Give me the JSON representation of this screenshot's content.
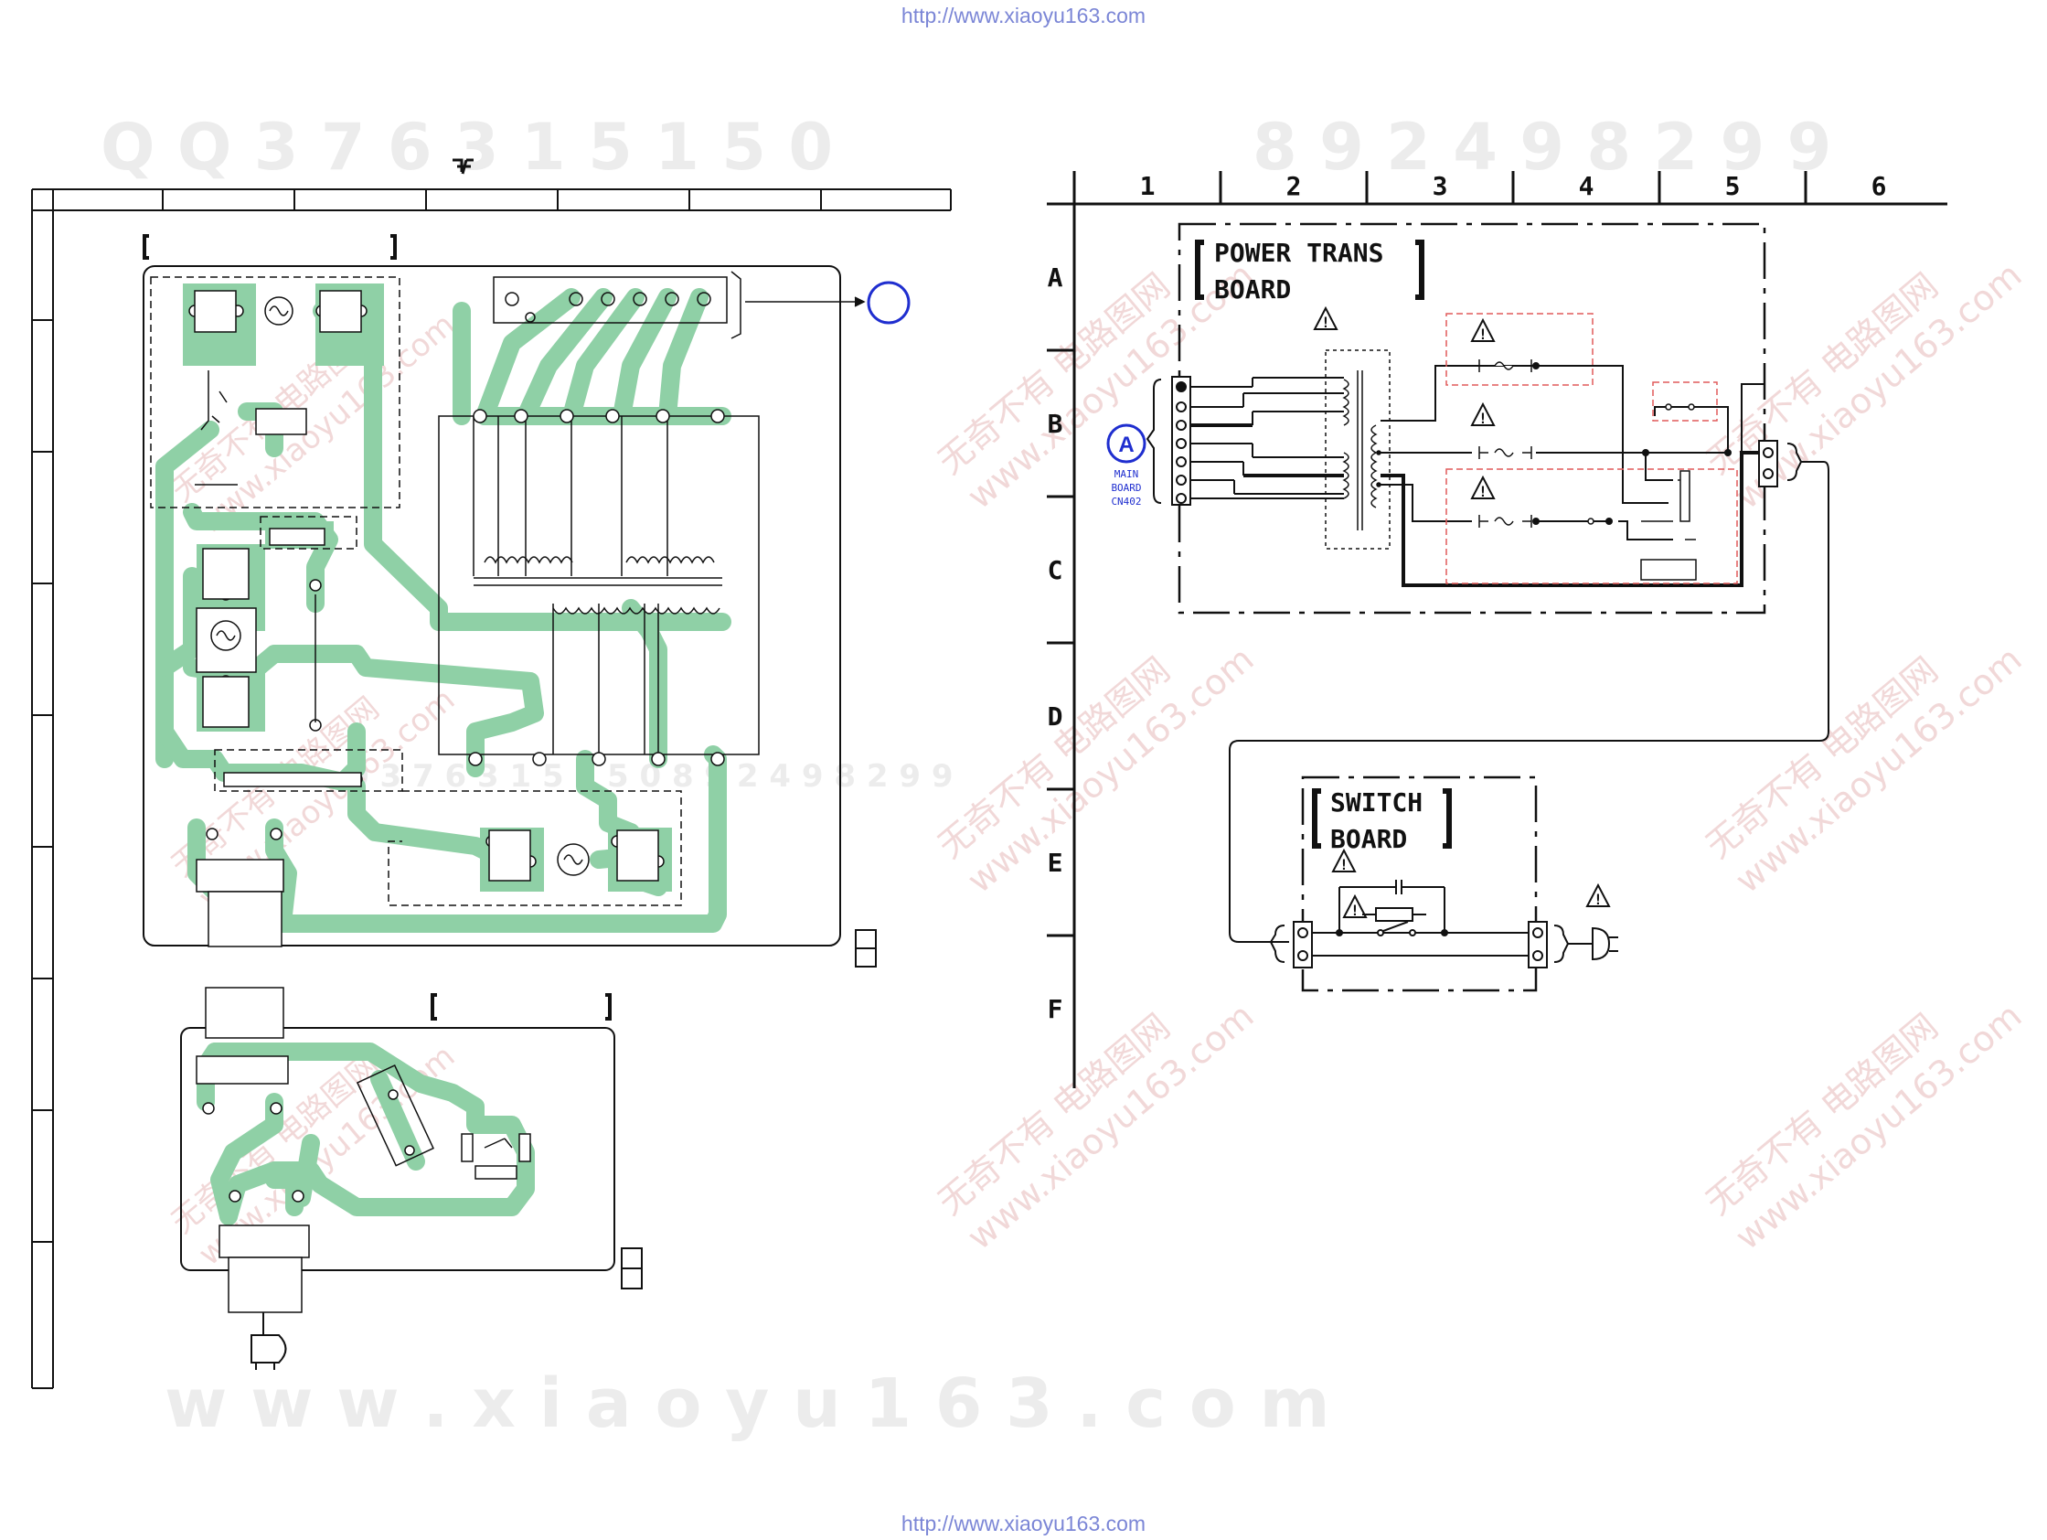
{
  "source_url": "http://www.xiaoyu163.com",
  "watermarks": {
    "qq_left": "Q Q   3 7 6 3 1 5 1 5 0",
    "qq_right": "8 9 2 4 9 8 2 9 9",
    "bottom": "w w w . x i a o y u 1 6 3 . c o m",
    "diag_cn": "无奇不有  电路图网",
    "diag_url": "www.xiaoyu163.com",
    "mid_qq": "0   3 7 6 3 1 5 1 5 0      8 9 2 4 9 8 2 9 9"
  },
  "schematic": {
    "columns": [
      "1",
      "2",
      "3",
      "4",
      "5",
      "6"
    ],
    "rows": [
      "A",
      "B",
      "C",
      "D",
      "E",
      "F"
    ],
    "power_trans_board": {
      "line1": "POWER TRANS",
      "line2": "BOARD"
    },
    "switch_board": {
      "line1": "SWITCH",
      "line2": "BOARD"
    },
    "connector_ref": {
      "letter": "A",
      "line1": "MAIN",
      "line2": "BOARD",
      "line3": "CN402"
    },
    "warning_symbol": "!"
  },
  "colors": {
    "copper": "#8fd0a6",
    "trace": "#111111",
    "danger_box": "#e05a5a",
    "ref_circle": "#1f2ecf",
    "url_text": "#7b86d6"
  },
  "icons": [
    "warning-triangle-icon",
    "ac-plug-icon",
    "fuse-icon",
    "coil-icon",
    "switch-icon"
  ]
}
